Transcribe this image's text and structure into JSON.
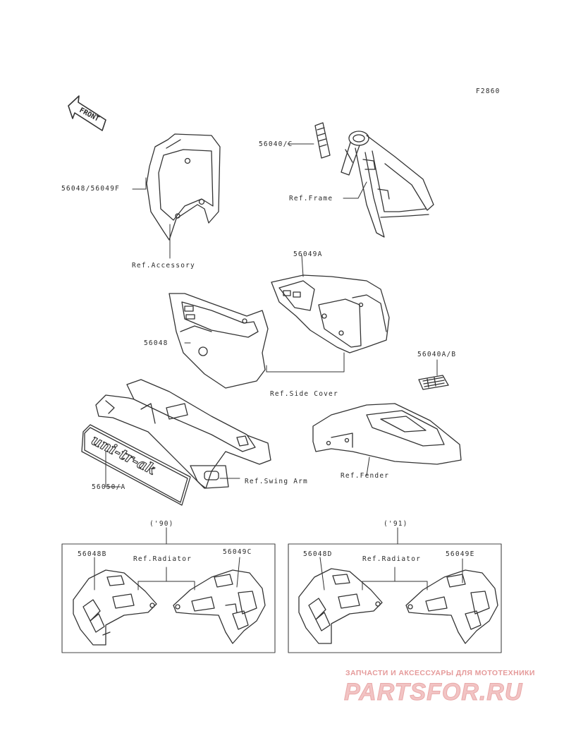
{
  "diagram_code": "F2860",
  "front_label": "FRONT",
  "decal_text": "uni-tr-ak",
  "parts": {
    "part_56040c": "56040/C",
    "ref_frame": "Ref.Frame",
    "part_56048_56049f": "56048/56049F",
    "ref_accessory": "Ref.Accessory",
    "part_56049a": "56049A",
    "part_56048": "56048",
    "part_56040ab": "56040A/B",
    "ref_side_cover": "Ref.Side Cover",
    "ref_swing_arm": "Ref.Swing Arm",
    "ref_fender": "Ref.Fender",
    "part_56050a": "56050/A"
  },
  "year_90": {
    "label": "('90)",
    "part_left": "56048B",
    "ref": "Ref.Radiator",
    "part_right": "56049C"
  },
  "year_91": {
    "label": "('91)",
    "part_left": "56048D",
    "ref": "Ref.Radiator",
    "part_right": "56049E"
  },
  "watermark": {
    "tagline": "ЗАПЧАСТИ И АКСЕССУАРЫ ДЛЯ МОТОТЕХНИКИ",
    "logo": "PARTSFOR.RU"
  }
}
